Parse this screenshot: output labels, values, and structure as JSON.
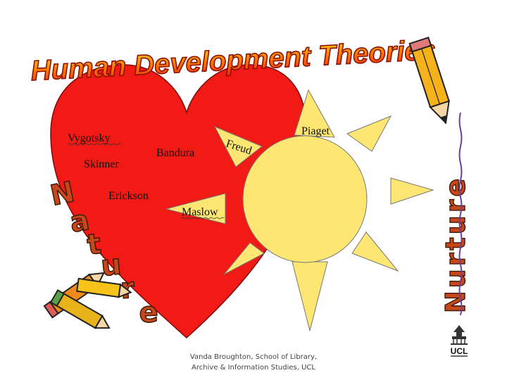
{
  "title": "Human Development Theories",
  "heart": {
    "color": "#f21a14",
    "theorists": [
      "Vygotsky",
      "Skinner",
      "Bandura",
      "Erickson"
    ]
  },
  "sun": {
    "color": "#fde772",
    "theorists": [
      "Freud",
      "Piaget",
      "Maslow"
    ]
  },
  "side_word_left": "Nature",
  "side_word_right": "Nurture",
  "footer": {
    "line1": "Vanda Broughton, School of Library,",
    "line2": "Archive & Information Studies, UCL"
  },
  "logo": {
    "text": "UCL"
  }
}
